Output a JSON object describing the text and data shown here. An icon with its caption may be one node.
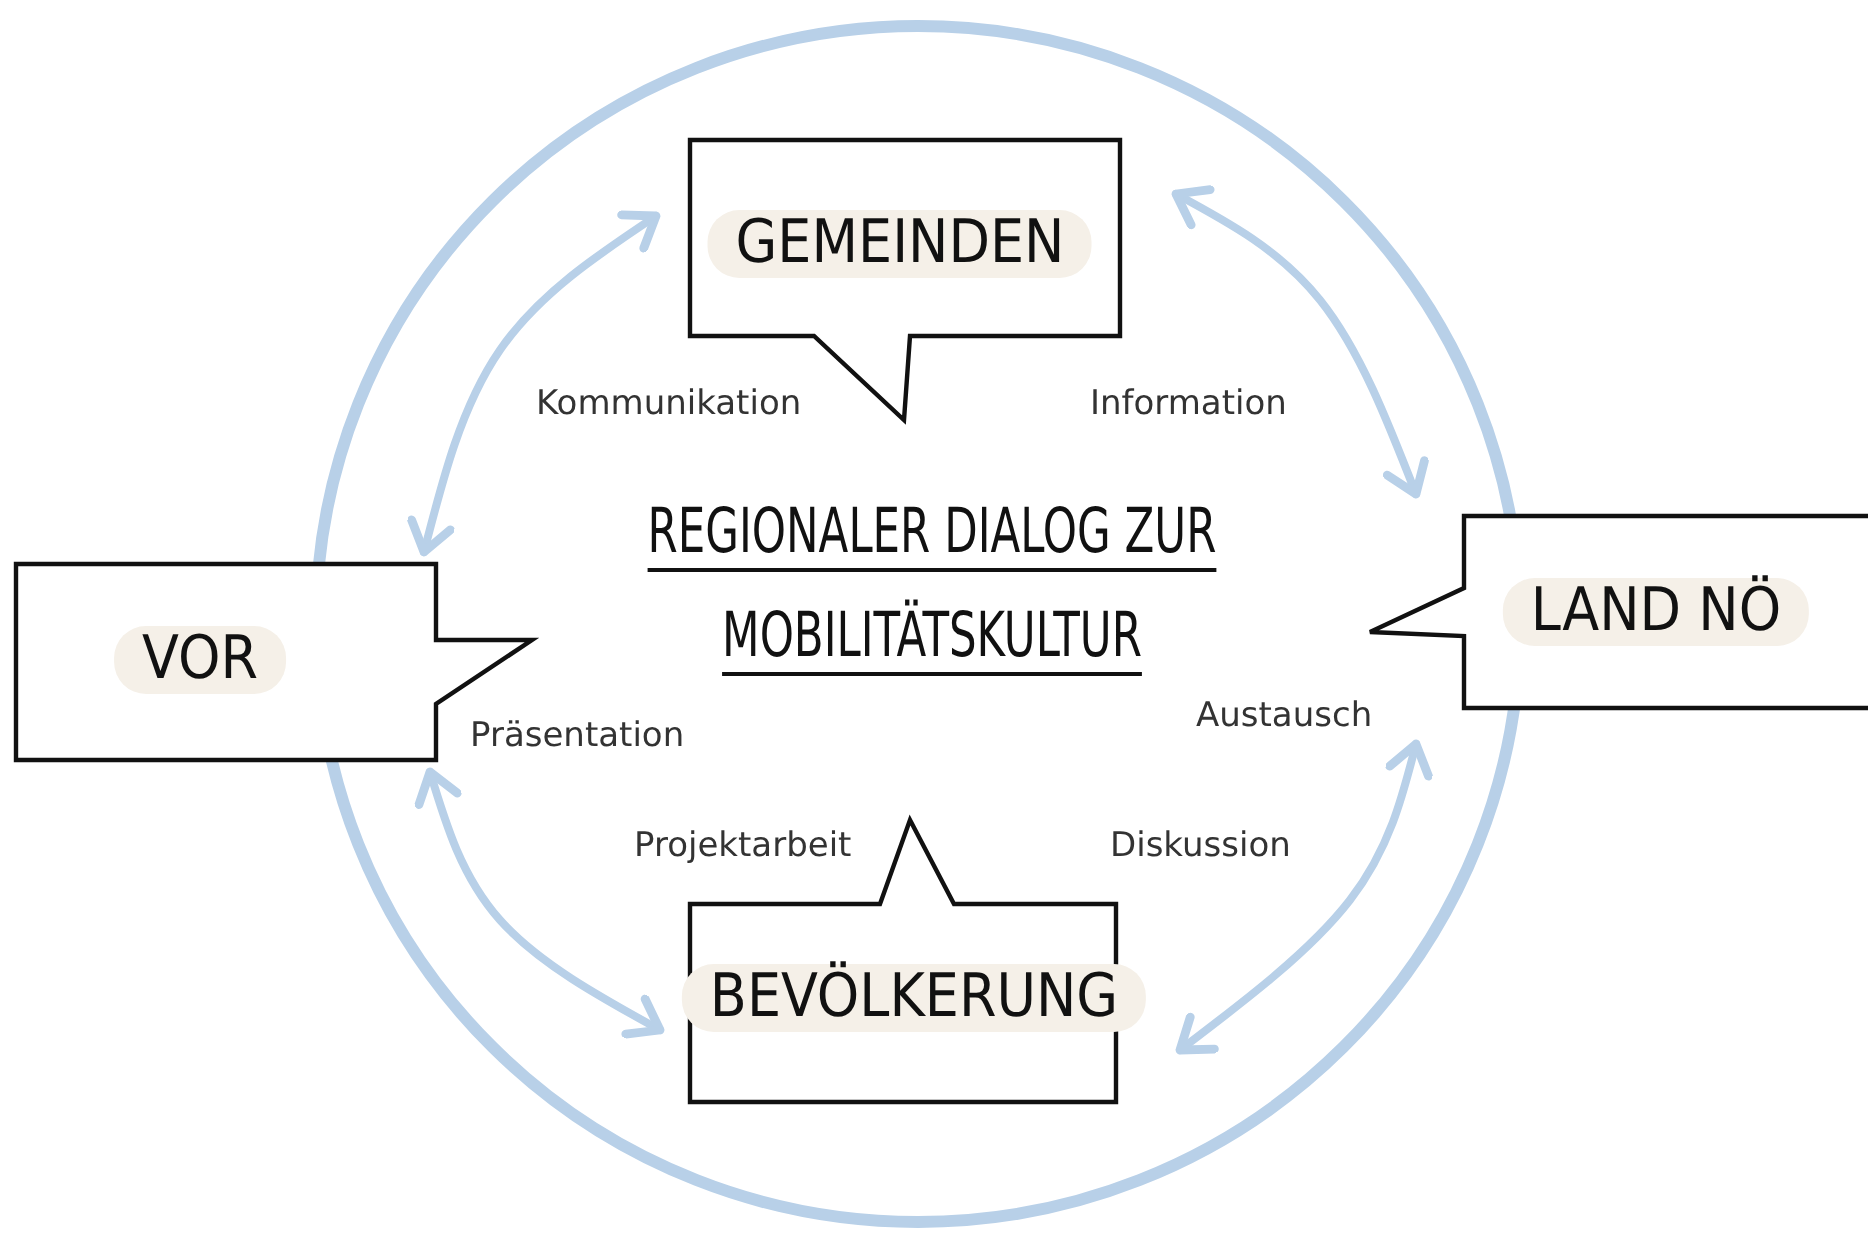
{
  "diagram": {
    "title": "REGIONALER DIALOG ZUR MOBILITÄTSKULTUR",
    "nodes": [
      {
        "text": [
          "GEMEINDEN"
        ]
      },
      {
        "text": [
          "LAND NÖ"
        ]
      },
      {
        "text": [
          "BEVÖLKERUNG"
        ]
      },
      {
        "text": [
          "VOR"
        ]
      }
    ],
    "edges": [
      {
        "from": 3,
        "to": 0,
        "arrow": "both"
      },
      {
        "from": 0,
        "to": 1,
        "arrow": "both"
      },
      {
        "from": 1,
        "to": 2,
        "arrow": "both"
      },
      {
        "from": 2,
        "to": 3,
        "arrow": "both"
      }
    ],
    "labels": [
      "Kommunikation",
      "Information",
      "Austausch",
      "Präsentation",
      "Projektarbeit",
      "Diskussion"
    ]
  }
}
